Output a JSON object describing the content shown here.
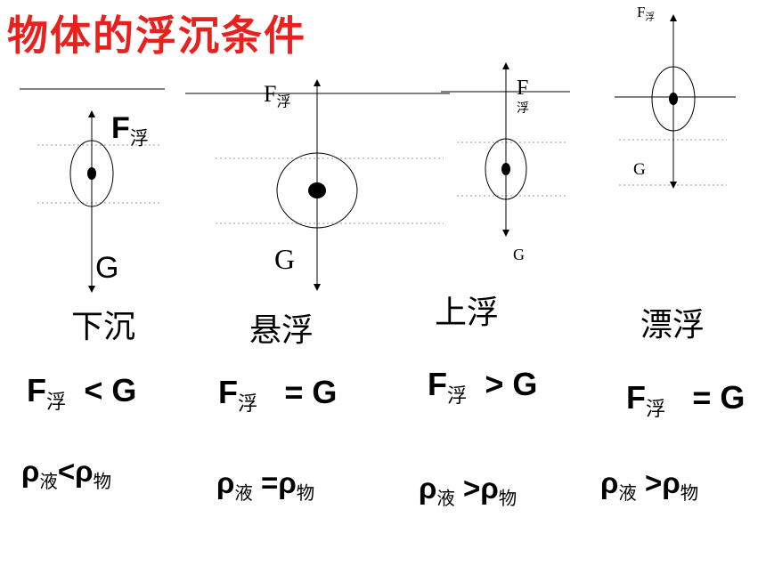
{
  "title": "物体的浮沉条件",
  "buoyancy": {
    "symbol": "F",
    "sub": "浮"
  },
  "gravity": "G",
  "rho": {
    "symbol": "ρ",
    "liquid": "液",
    "object": "物"
  },
  "cases": [
    {
      "name": "下沉",
      "relation": "< G",
      "rho_relation": "<"
    },
    {
      "name": "悬浮",
      "relation": "= G",
      "rho_relation": "="
    },
    {
      "name": "上浮",
      "relation": "> G",
      "rho_relation": ">"
    },
    {
      "name": "漂浮",
      "relation": "= G",
      "rho_relation": ">"
    }
  ],
  "colors": {
    "title": "#e8201e",
    "ink": "#000000"
  }
}
